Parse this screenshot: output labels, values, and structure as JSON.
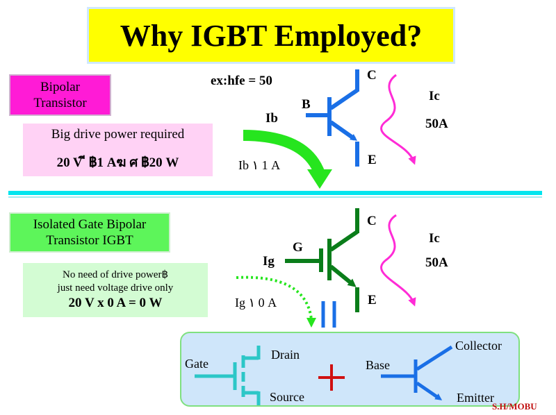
{
  "title": "Why IGBT Employed?",
  "bipolar": {
    "label_line1": "Bipolar",
    "label_line2": "Transistor",
    "power_heading": "Big drive power required",
    "power_formula": "20 V ี ฿1 Aฆ ศ ฿20 W",
    "hfe": "ex:hfe  =  50",
    "terminal_b": "B",
    "terminal_c": "C",
    "terminal_e": "E",
    "ib_label": "Ib",
    "ib_value": "Ib ١   1 A",
    "ic_label": "Ic",
    "ic_value": "50A"
  },
  "igbt": {
    "label_line1": "Isolated Gate Bipolar",
    "label_line2": "Transistor  IGBT",
    "note_line1": "No need of drive power฿",
    "note_line2": "just need voltage drive only",
    "power_formula": "20 V x 0 A = 0 W",
    "terminal_g": "G",
    "terminal_c": "C",
    "terminal_e": "E",
    "ig_label": "Ig",
    "ig_value": "Ig ١   0 A",
    "ic_label": "Ic",
    "ic_value": "50A"
  },
  "equivalent": {
    "gate": "Gate",
    "drain": "Drain",
    "source": "Source",
    "base": "Base",
    "collector": "Collector",
    "emitter": "Emitter"
  },
  "credit": "S.H/MOBU",
  "colors": {
    "title_bg": "#ffff00",
    "bipolar_box": "#ff1bd6",
    "power_box": "#ffd2f5",
    "igbt_box": "#5df55a",
    "note_box": "#d3fcd3",
    "separator": "#00e5ee",
    "bjt_blue": "#1a6fe6",
    "igbt_green": "#0a7d1a",
    "current_magenta": "#ff2bd6",
    "arrow_green": "#26e51e",
    "mosfet_cyan": "#2cc7c7",
    "plus_red": "#d01010",
    "credit_red": "#c01010"
  }
}
